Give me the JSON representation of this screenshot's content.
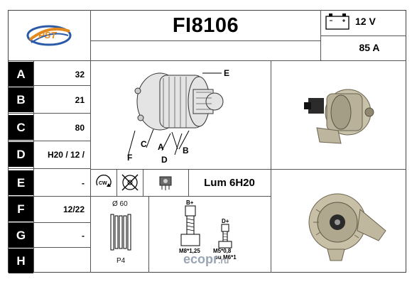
{
  "header": {
    "part_number": "FI8106",
    "voltage": "12 V",
    "current": "85 A"
  },
  "rows": [
    {
      "label": "A",
      "value": "32"
    },
    {
      "label": "B",
      "value": "21"
    },
    {
      "label": "C",
      "value": "80"
    },
    {
      "label": "D",
      "value": "H20 / 12 /"
    },
    {
      "label": "E",
      "value": "-"
    },
    {
      "label": "F",
      "value": "12/22"
    },
    {
      "label": "G",
      "value": "-"
    },
    {
      "label": "H",
      "value": ""
    }
  ],
  "diagram_labels": {
    "e": "E",
    "c": "C",
    "a": "A",
    "b": "B",
    "f": "F",
    "d": "D"
  },
  "regulator": "Lum 6H20",
  "rotation_label": "CW",
  "pulley": {
    "diameter": "Ø 60",
    "type": "P4"
  },
  "terminals": {
    "b_plus_label": "B+",
    "b_plus_thread": "M8*1,25",
    "d_plus_label": "D+",
    "d_plus_thread": "M5*0,8",
    "d_plus_alt": "ou M6*1"
  },
  "watermark": {
    "text": "ecopr",
    "domain": ".ru"
  },
  "colors": {
    "label_bg": "#000000",
    "label_fg": "#ffffff",
    "logo_blue": "#2a5aa8",
    "logo_orange": "#e08a1f",
    "watermark": "#9aa5b3"
  }
}
